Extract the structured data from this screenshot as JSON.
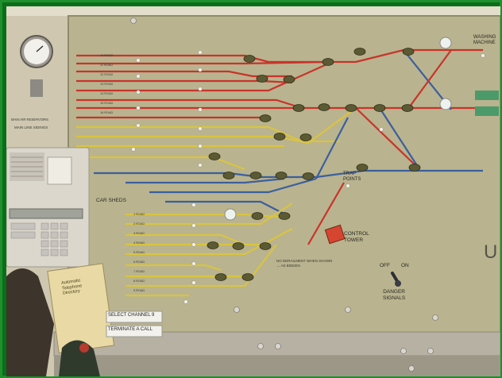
{
  "panel": {
    "washing_label": "WASHING\nMACHINE",
    "car_sheds_label": "CAR SHEDS",
    "trap_points_label": "TRAP\nPOINTS",
    "control_tower_label": "CONTROL\nTOWER",
    "off_label": "OFF",
    "on_label": "ON",
    "danger_signals_label": "DANGER\nSIGNALS",
    "edge_letter": "U",
    "note_label": "NO DERAILMENT WHEN SHOWN\n→ AS BIDDEN",
    "panel_text_left": "MAIN LINE SIDINGS",
    "road_labels": [
      "1 ROAD",
      "2 ROAD",
      "3 ROAD",
      "4 ROAD",
      "5 ROAD",
      "6 ROAD",
      "7 ROAD",
      "8 ROAD",
      "9 ROAD",
      "10 ROAD",
      "11 ROAD",
      "12 ROAD",
      "13 ROAD",
      "14 ROAD",
      "15 ROAD",
      "16 ROAD"
    ]
  },
  "cards": {
    "select_channel": "SELECT CHANNEL 9",
    "terminate_call": "TERMINATE A CALL",
    "directory_title": "Automatic\nTelephone\nDirectory"
  },
  "colors": {
    "panel": "#b9b38f",
    "track_red": "#c8342a",
    "track_blue": "#3b5f9e",
    "track_yellow": "#d9c440",
    "frame_green": "#1e8f2c"
  }
}
